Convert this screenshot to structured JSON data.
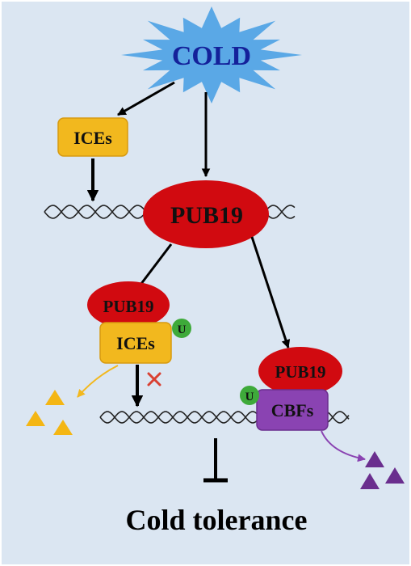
{
  "labels": {
    "cold": "COLD",
    "ices_top": "ICEs",
    "pub19_main": "PUB19",
    "pub19_left": "PUB19",
    "ices_bound": "ICEs",
    "ubiquitin_left": "U",
    "pub19_right": "PUB19",
    "cbfs_bound": "CBFs",
    "ubiquitin_right": "U",
    "cold_tolerance": "Cold tolerance"
  },
  "colors": {
    "background": "#dbe6f2",
    "starburst": "#5aa8e6",
    "cold_text": "#14219a",
    "pub19_fill": "#d10a10",
    "ices_fill": "#f2b81e",
    "cbfs_fill": "#8a43b2",
    "ubiquitin_fill": "#3eaa3a",
    "degraded_ices": "#f4b614",
    "degraded_cbfs": "#6a2e8e",
    "block_mark": "#d94032",
    "dna": "#222222"
  },
  "icons": {
    "starburst": "cold-starburst-icon",
    "block": "red-x-icon",
    "inhibit": "t-bar-inhibition-icon"
  }
}
